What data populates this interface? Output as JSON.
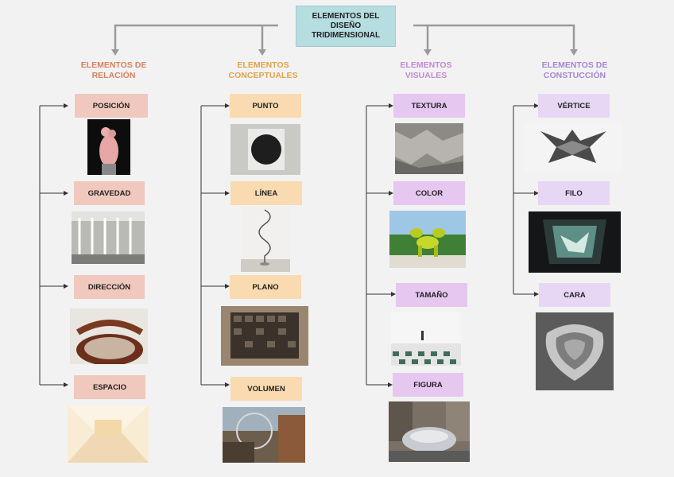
{
  "root": {
    "title": "ELEMENTOS DEL\nDISEÑO\nTRIDIMENSIONAL"
  },
  "categories": [
    {
      "label": "ELEMENTOS DE\nRELACIÓN",
      "color": "#d9805e"
    },
    {
      "label": "ELEMENTOS\nCONCEPTUALES",
      "color": "#e0a24a"
    },
    {
      "label": "ELEMENTOS\nVISUALES",
      "color": "#c08ad6"
    },
    {
      "label": "ELEMENTOS DE\nCONSTUCCIÓN",
      "color": "#a486d4"
    }
  ],
  "items": {
    "relacion": [
      "POSICIÓN",
      "GRAVEDAD",
      "DIRECCIÓN",
      "ESPACIO"
    ],
    "conceptuales": [
      "PUNTO",
      "LÍNEA",
      "PLANO",
      "VOLUMEN"
    ],
    "visuales": [
      "TEXTURA",
      "COLOR",
      "TAMAÑO",
      "FIGURA"
    ],
    "construccion": [
      "VÉRTICE",
      "FILO",
      "CARA"
    ]
  },
  "colors": {
    "connector": "#9a9a9a",
    "bracket": "#333333",
    "root_fill": "#b6dde0"
  }
}
